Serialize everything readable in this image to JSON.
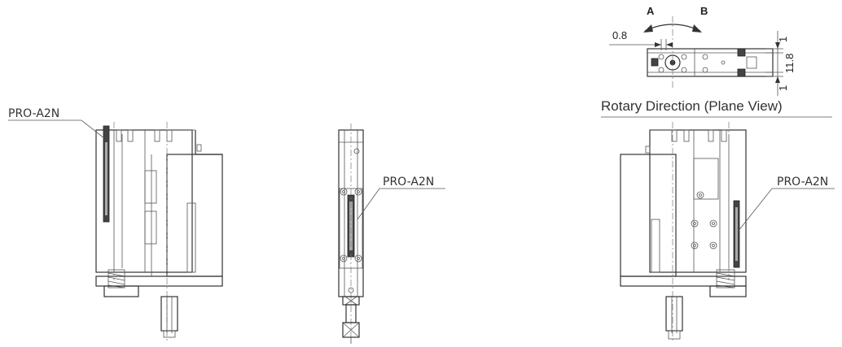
{
  "labels": {
    "left_sensor": "PRO-A2N",
    "middle_sensor": "PRO-A2N",
    "right_sensor": "PRO-A2N"
  },
  "rotary_view": {
    "title": "Rotary Direction (Plane View)",
    "direction_a": "A",
    "direction_b": "B",
    "dim_left": "0.8",
    "dim_height": "11.8",
    "dim_top": "1",
    "dim_bottom": "1"
  },
  "colors": {
    "line": "#333333",
    "background": "#ffffff"
  }
}
